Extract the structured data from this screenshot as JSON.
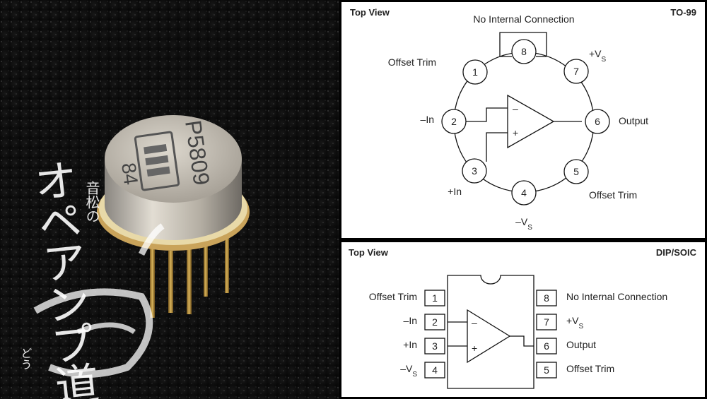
{
  "photo": {
    "can_marking_line1": "P5809",
    "can_marking_line2": "84",
    "watermark_main": "オペアンプ道",
    "watermark_small": "音松の",
    "watermark_reading": "どう"
  },
  "to99": {
    "view_label": "Top View",
    "package": "TO-99",
    "pins": [
      {
        "num": "1",
        "label": "Offset Trim"
      },
      {
        "num": "2",
        "label": "–In"
      },
      {
        "num": "3",
        "label": "+In"
      },
      {
        "num": "4",
        "label": "–V",
        "sub": "S"
      },
      {
        "num": "5",
        "label": "Offset Trim"
      },
      {
        "num": "6",
        "label": "Output"
      },
      {
        "num": "7",
        "label": "+V",
        "sub": "S"
      },
      {
        "num": "8",
        "label": "No Internal Connection"
      }
    ],
    "amp_minus": "–",
    "amp_plus": "+"
  },
  "dip": {
    "view_label": "Top View",
    "package": "DIP/SOIC",
    "pins": [
      {
        "num": "1",
        "label": "Offset Trim"
      },
      {
        "num": "2",
        "label": "–In"
      },
      {
        "num": "3",
        "label": "+In"
      },
      {
        "num": "4",
        "label": "–V",
        "sub": "S"
      },
      {
        "num": "5",
        "label": "Offset Trim"
      },
      {
        "num": "6",
        "label": "Output"
      },
      {
        "num": "7",
        "label": "+V",
        "sub": "S"
      },
      {
        "num": "8",
        "label": "No Internal Connection"
      }
    ],
    "amp_minus": "–",
    "amp_plus": "+"
  }
}
